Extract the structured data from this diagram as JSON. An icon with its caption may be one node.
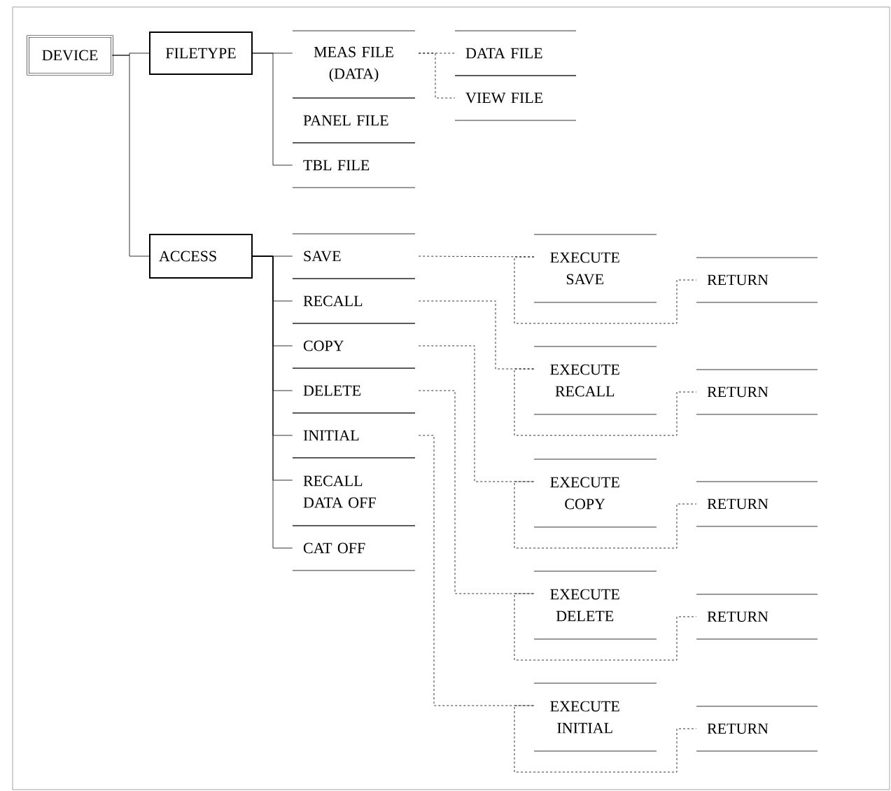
{
  "diagram": {
    "nodes": [
      {
        "text": [
          "DEVICE"
        ]
      },
      {
        "text": [
          "FILETYPE"
        ]
      },
      {
        "text": [
          "ACCESS"
        ]
      },
      {
        "text": [
          "MEAS FILE (DATA)"
        ]
      },
      {
        "text": [
          "PANEL FILE"
        ]
      },
      {
        "text": [
          "TBL FILE"
        ]
      },
      {
        "text": [
          "DATA FILE"
        ]
      },
      {
        "text": [
          "VIEW FILE"
        ]
      },
      {
        "text": [
          "SAVE"
        ]
      },
      {
        "text": [
          "RECALL"
        ]
      },
      {
        "text": [
          "COPY"
        ]
      },
      {
        "text": [
          "DELETE"
        ]
      },
      {
        "text": [
          "INITIAL"
        ]
      },
      {
        "text": [
          "RECALL DATA OFF"
        ]
      },
      {
        "text": [
          "CAT OFF"
        ]
      },
      {
        "text": [
          "EXECUTE SAVE"
        ]
      },
      {
        "text": [
          "RETURN"
        ]
      },
      {
        "text": [
          "EXECUTE RECALL"
        ]
      },
      {
        "text": [
          "RETURN"
        ]
      },
      {
        "text": [
          "EXECUTE COPY"
        ]
      },
      {
        "text": [
          "RETURN"
        ]
      },
      {
        "text": [
          "EXECUTE DELETE"
        ]
      },
      {
        "text": [
          "RETURN"
        ]
      },
      {
        "text": [
          "EXECUTE INITIAL"
        ]
      },
      {
        "text": [
          "RETURN"
        ]
      }
    ],
    "edges": [
      {
        "from": 0,
        "to": 1,
        "arrow": "none"
      },
      {
        "from": 0,
        "to": 2,
        "arrow": "none"
      },
      {
        "from": 1,
        "to": 3,
        "arrow": "none"
      },
      {
        "from": 1,
        "to": 5,
        "arrow": "none"
      },
      {
        "from": 3,
        "to": 6,
        "arrow": "none",
        "style": "dashed"
      },
      {
        "from": 3,
        "to": 7,
        "arrow": "none",
        "style": "dashed"
      },
      {
        "from": 2,
        "to": 8,
        "arrow": "none"
      },
      {
        "from": 2,
        "to": 9,
        "arrow": "none"
      },
      {
        "from": 2,
        "to": 10,
        "arrow": "none"
      },
      {
        "from": 2,
        "to": 11,
        "arrow": "none"
      },
      {
        "from": 2,
        "to": 12,
        "arrow": "none"
      },
      {
        "from": 2,
        "to": 13,
        "arrow": "none"
      },
      {
        "from": 2,
        "to": 14,
        "arrow": "none"
      },
      {
        "from": 8,
        "to": 15,
        "arrow": "none",
        "style": "dashed"
      },
      {
        "from": 9,
        "to": 17,
        "arrow": "none",
        "style": "dashed"
      },
      {
        "from": 10,
        "to": 19,
        "arrow": "none",
        "style": "dashed"
      },
      {
        "from": 11,
        "to": 21,
        "arrow": "none",
        "style": "dashed"
      },
      {
        "from": 12,
        "to": 23,
        "arrow": "none",
        "style": "dashed"
      },
      {
        "from": 15,
        "to": 16,
        "arrow": "none",
        "style": "dashed"
      },
      {
        "from": 17,
        "to": 18,
        "arrow": "none",
        "style": "dashed"
      },
      {
        "from": 19,
        "to": 20,
        "arrow": "none",
        "style": "dashed"
      },
      {
        "from": 21,
        "to": 22,
        "arrow": "none",
        "style": "dashed"
      },
      {
        "from": 23,
        "to": 24,
        "arrow": "none",
        "style": "dashed"
      }
    ]
  }
}
